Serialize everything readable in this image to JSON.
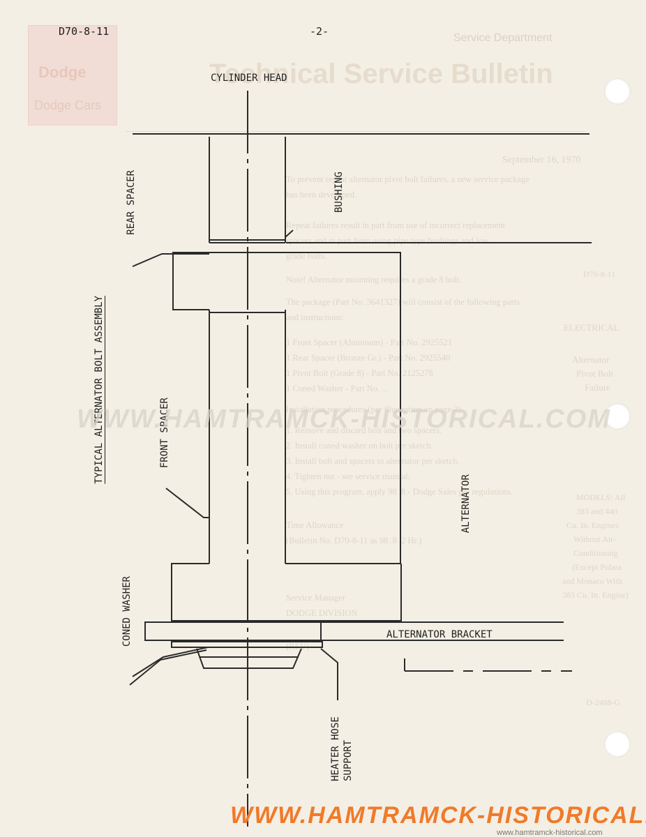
{
  "page": {
    "code": "D70-8-11",
    "page_number": "-2-"
  },
  "background": {
    "header_small": "Service Department",
    "header_title": "Technical Service Bulletin",
    "logo_top": "Dodge",
    "logo_bottom": "Dodge Cars",
    "date": "September 16, 1970",
    "side_code": "D70-8-11",
    "side_subject": "ELECTRICAL",
    "side_lines": [
      "Alternator",
      "Pivot Bolt",
      "Failure"
    ],
    "models_lines": [
      "MODELS: All",
      "383 and 440",
      "Cu. In. Engines",
      "Without Air-",
      "Conditioning",
      "(Except Polara",
      "and Monaco With",
      "383 Cu. In. Engine)"
    ],
    "side_doc": "D-2488-G",
    "text_lines": [
      "To prevent repeat alternator pivot bolt failures, a new service package",
      "has been developed.",
      "Repeat failures result in part from use of incorrect replacement",
      "spacers and in part from using pipe type bushings and low",
      "grade bolts.",
      "Note!  Alternator mounting requires a grade 8 bolt.",
      "The package (Part No. 3641327) will consist of the following parts",
      "and instructions:",
      "1   Front Spacer (Aluminum)   -   Part No. 2925521",
      "1   Rear Spacer (Bronze Gr.)  -   Part No. 2925540",
      "1   Pivot Bolt (Grade 8)      -   Part No. 2125278",
      "1   Coned Washer              -   Part No. ...",
      "Installation procedures (per illustration on page 2)",
      "1.   Remove and discard bolt and two spacers.",
      "2.   Install coned washer on bolt per sketch.",
      "3.   Install bolt and spacers to alternator per sketch.",
      "4.   Tighten nut - see service manual.",
      "5.   Using this program, apply 98 .8 - Dodge Sales per regulations.",
      "Time Allowance",
      "(Bulletin No. D70-8-11 as 98 .8 .2 Hr.)",
      "Service Manager",
      "DODGE DIVISION",
      "(REV)"
    ]
  },
  "diagram": {
    "title": "TYPICAL ALTERNATOR BOLT ASSEMBLY",
    "labels": {
      "cylinder_head": "CYLINDER HEAD",
      "rear_spacer": "REAR SPACER",
      "bushing": "BUSHING",
      "front_spacer": "FRONT SPACER",
      "alternator": "ALTERNATOR",
      "coned_washer": "CONED WASHER",
      "alternator_bracket": "ALTERNATOR BRACKET",
      "heater_hose_support": "HEATER HOSE SUPPORT"
    },
    "colors": {
      "ink": "#2a2a2a",
      "watermark": "#f07a2a",
      "watermark_light": "#d9d4ca"
    }
  },
  "watermark": {
    "text": "WWW.HAMTRAMCK-HISTORICAL.COM",
    "corner": "www.hamtramck-historical.com"
  }
}
